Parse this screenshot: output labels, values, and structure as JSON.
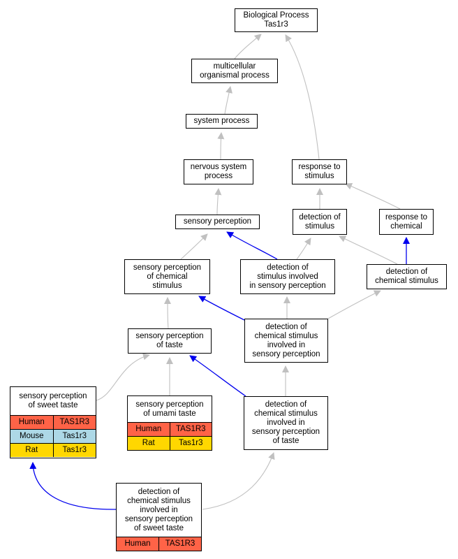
{
  "colors": {
    "edge_gray": "#c0c0c0",
    "edge_blue": "#0000ee",
    "human": "#ff6347",
    "mouse": "#add8e6",
    "rat": "#ffd700"
  },
  "nodes": {
    "bp": {
      "lines": [
        "Biological Process",
        "Tas1r3"
      ]
    },
    "mop": {
      "lines": [
        "multicellular",
        "organismal process"
      ]
    },
    "sp": {
      "lines": [
        "system process"
      ]
    },
    "nsp": {
      "lines": [
        "nervous system",
        "process"
      ]
    },
    "sens": {
      "lines": [
        "sensory perception"
      ]
    },
    "rts": {
      "lines": [
        "response to",
        "stimulus"
      ]
    },
    "dos": {
      "lines": [
        "detection of",
        "stimulus"
      ]
    },
    "rtc": {
      "lines": [
        "response to",
        "chemical"
      ]
    },
    "spcs": {
      "lines": [
        "sensory perception",
        "of chemical",
        "stimulus"
      ]
    },
    "dsisp": {
      "lines": [
        "detection of",
        "stimulus involved",
        "in sensory perception"
      ]
    },
    "dcs": {
      "lines": [
        "detection of",
        "chemical stimulus"
      ]
    },
    "spt": {
      "lines": [
        "sensory perception",
        "of taste"
      ]
    },
    "dcsisp": {
      "lines": [
        "detection of",
        "chemical stimulus",
        "involved in",
        "sensory perception"
      ]
    },
    "spst": {
      "lines": [
        "sensory perception",
        "of sweet taste"
      ],
      "rows": [
        {
          "species": "Human",
          "gene": "TAS1R3",
          "color": "#ff6347"
        },
        {
          "species": "Mouse",
          "gene": "Tas1r3",
          "color": "#add8e6"
        },
        {
          "species": "Rat",
          "gene": "Tas1r3",
          "color": "#ffd700"
        }
      ]
    },
    "sput": {
      "lines": [
        "sensory perception",
        "of umami taste"
      ],
      "rows": [
        {
          "species": "Human",
          "gene": "TAS1R3",
          "color": "#ff6347"
        },
        {
          "species": "Rat",
          "gene": "Tas1r3",
          "color": "#ffd700"
        }
      ]
    },
    "dcsispt": {
      "lines": [
        "detection of",
        "chemical stimulus",
        "involved in",
        "sensory perception",
        "of taste"
      ]
    },
    "dcsispst": {
      "lines": [
        "detection of",
        "chemical stimulus",
        "involved in",
        "sensory perception",
        "of sweet taste"
      ],
      "rows": [
        {
          "species": "Human",
          "gene": "TAS1R3",
          "color": "#ff6347"
        }
      ]
    }
  },
  "edges": [
    {
      "from": "mop",
      "to": "bp",
      "kind": "is_a"
    },
    {
      "from": "rts",
      "to": "bp",
      "kind": "is_a"
    },
    {
      "from": "sp",
      "to": "mop",
      "kind": "is_a"
    },
    {
      "from": "nsp",
      "to": "sp",
      "kind": "is_a"
    },
    {
      "from": "sens",
      "to": "nsp",
      "kind": "is_a"
    },
    {
      "from": "dos",
      "to": "rts",
      "kind": "is_a"
    },
    {
      "from": "rtc",
      "to": "rts",
      "kind": "is_a"
    },
    {
      "from": "spcs",
      "to": "sens",
      "kind": "is_a"
    },
    {
      "from": "dsisp",
      "to": "sens",
      "kind": "part_of"
    },
    {
      "from": "dsisp",
      "to": "dos",
      "kind": "is_a"
    },
    {
      "from": "dcs",
      "to": "dos",
      "kind": "is_a"
    },
    {
      "from": "dcs",
      "to": "rtc",
      "kind": "part_of"
    },
    {
      "from": "spt",
      "to": "spcs",
      "kind": "is_a"
    },
    {
      "from": "dcsisp",
      "to": "spcs",
      "kind": "part_of"
    },
    {
      "from": "dcsisp",
      "to": "dsisp",
      "kind": "is_a"
    },
    {
      "from": "dcsisp",
      "to": "dcs",
      "kind": "is_a"
    },
    {
      "from": "spst",
      "to": "spt",
      "kind": "is_a"
    },
    {
      "from": "sput",
      "to": "spt",
      "kind": "is_a"
    },
    {
      "from": "dcsispt",
      "to": "spt",
      "kind": "part_of"
    },
    {
      "from": "dcsispt",
      "to": "dcsisp",
      "kind": "is_a"
    },
    {
      "from": "dcsispst",
      "to": "spst",
      "kind": "part_of"
    },
    {
      "from": "dcsispst",
      "to": "dcsispt",
      "kind": "is_a"
    }
  ]
}
